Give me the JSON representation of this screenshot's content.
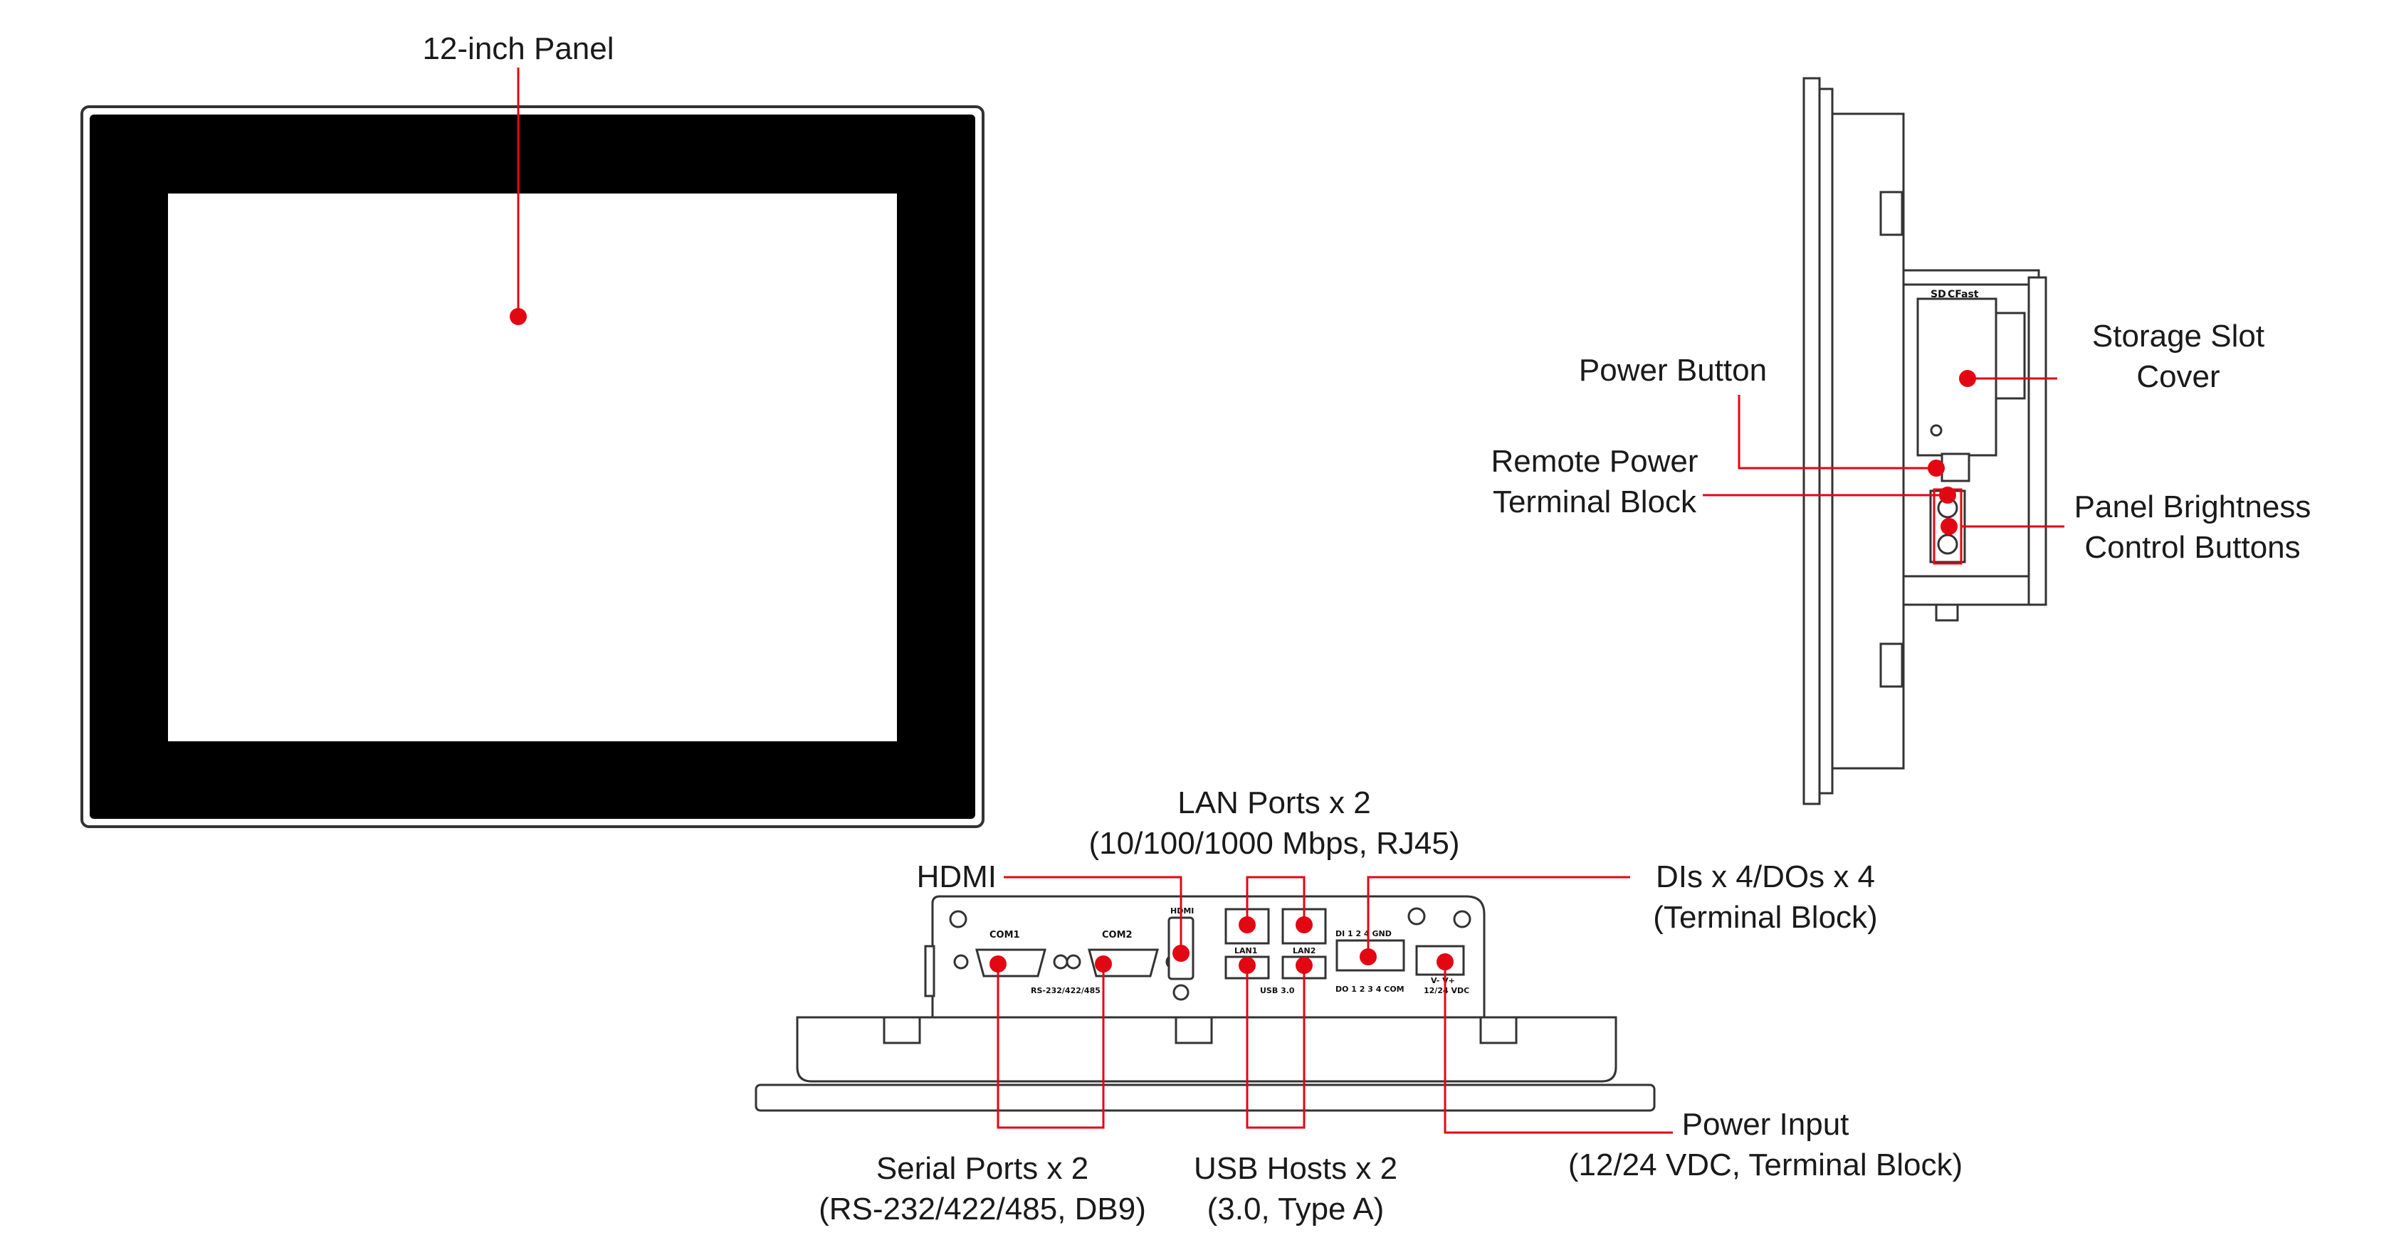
{
  "labels": {
    "panel": "12-inch Panel",
    "power_button": "Power Button",
    "remote_power": [
      "Remote Power",
      "Terminal Block"
    ],
    "storage": [
      "Storage Slot",
      "Cover"
    ],
    "brightness": [
      "Panel Brightness",
      "Control Buttons"
    ],
    "lan": [
      "LAN Ports x 2",
      "(10/100/1000 Mbps, RJ45)"
    ],
    "hdmi": "HDMI",
    "dio": [
      "DIs x 4/DOs x 4",
      "(Terminal Block)"
    ],
    "serial": [
      "Serial Ports x 2",
      "(RS-232/422/485, DB9)"
    ],
    "usb": [
      "USB Hosts x 2",
      "(3.0, Type A)"
    ],
    "power_input": [
      "Power Input",
      "(12/24 VDC, Terminal Block)"
    ]
  },
  "device_markings": {
    "com1": "COM1",
    "com2": "COM2",
    "serial_std": "RS-232/422/485",
    "hdmi": "HDMI",
    "lan1": "LAN1",
    "lan2": "LAN2",
    "usb": "USB 3.0",
    "di_header": "DI  1   2       4  GND",
    "do_footer": "DO  1   2   3   4  COM",
    "power_pins": "V-  V+",
    "power_rating": "12/24 VDC",
    "sd": "SD",
    "cfast": "CFast"
  },
  "colors": {
    "callout": "#e30613",
    "bezel": "#000000",
    "outline": "#333333"
  }
}
